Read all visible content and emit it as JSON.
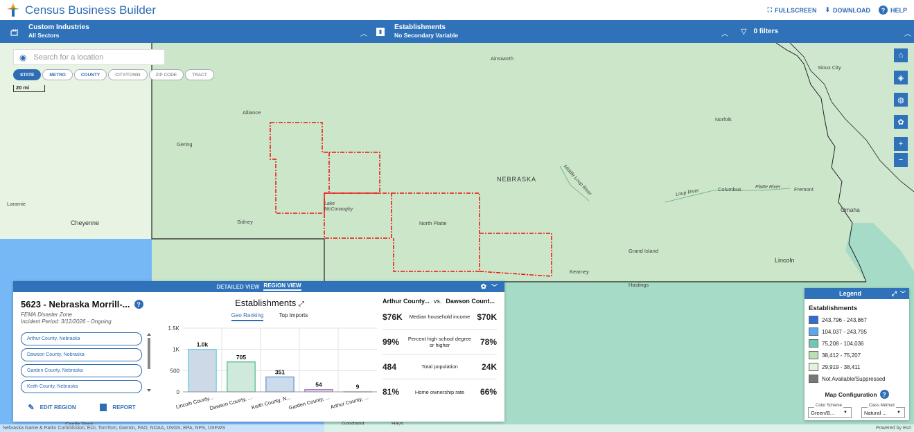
{
  "app": {
    "title": "Census Business Builder"
  },
  "tools": {
    "fullscreen": "FULLSCREEN",
    "download": "DOWNLOAD",
    "help": "HELP"
  },
  "variables": {
    "industry": {
      "title": "Custom Industries",
      "sub": "All Sectors"
    },
    "measure": {
      "title": "Establishments",
      "sub": "No Secondary Variable"
    },
    "filters": "0 filters"
  },
  "search": {
    "placeholder": "Search for a location"
  },
  "geo_tabs": [
    "STATE",
    "METRO",
    "COUNTY",
    "CITY/TOWN",
    "ZIP CODE",
    "TRACT"
  ],
  "scale": "20 mi",
  "map_labels": {
    "ainsworth": "Ainsworth",
    "sioux_city": "Sioux City",
    "alliance": "Alliance",
    "gering": "Gering",
    "norfolk": "Norfolk",
    "nebraska": "NEBRASKA",
    "middle_loup": "Middle Loup River",
    "loup_river": "Loup River",
    "columbus": "Columbus",
    "platte_river": "Platte River",
    "fremont": "Fremont",
    "laramie": "Laramie",
    "lake_mc": "Lake McConaughy",
    "omaha": "Omaha",
    "cheyenne": "Cheyenne",
    "sidney": "Sidney",
    "north_platte": "North Platte",
    "grand_island": "Grand Island",
    "lincoln": "Lincoln",
    "kearney": "Kearney",
    "hastings": "Hastings",
    "goodland": "Goodland",
    "castle_rock": "Castle Rock",
    "hays": "Hays"
  },
  "attribution": {
    "left": "Nebraska Game & Parks Commission, Esri, TomTom, Garmin, FAO, NOAA, USGS, EPA, NPS, USFWS",
    "right": "Powered by Esri"
  },
  "panel": {
    "tabs": [
      "DETAILED VIEW",
      "REGION VIEW"
    ],
    "title": "5623 - Nebraska Morrill-...",
    "sub1": "FEMA Disaster Zone",
    "sub2": "Incident Period: 3/12/2026 - Ongoing",
    "regions": [
      "Arthur County, Nebraska",
      "Dawson County, Nebraska",
      "Garden County, Nebraska",
      "Keith County, Nebraska"
    ],
    "edit": "EDIT REGION",
    "report": "REPORT",
    "chart_title": "Establishments",
    "chart_tabs": [
      "Geo Ranking",
      "Top Imports"
    ],
    "compare": {
      "a": "Arthur County...",
      "vs": "vs.",
      "b": "Dawson Count...",
      "rows": [
        {
          "a": "$76K",
          "label": "Median household income",
          "b": "$70K"
        },
        {
          "a": "99%",
          "label": "Percent high school degree or higher",
          "b": "78%"
        },
        {
          "a": "484",
          "label": "Total population",
          "b": "24K"
        },
        {
          "a": "81%",
          "label": "Home ownership rate",
          "b": "66%"
        }
      ]
    }
  },
  "chart_data": {
    "type": "bar",
    "categories": [
      "Lincoln County...",
      "Dawson County, ...",
      "Keith County, N...",
      "Garden County, ...",
      "Arthur County, ..."
    ],
    "values": [
      1000,
      705,
      351,
      54,
      9
    ],
    "value_labels": [
      "1.0k",
      "705",
      "351",
      "54",
      "9"
    ],
    "ylim": [
      0,
      1500
    ],
    "ytick_labels": [
      "0",
      "500",
      "1K",
      "1.5K"
    ],
    "colors": [
      "#cdd9e6",
      "#cfe9dc",
      "#cddcec",
      "#e3d6ea",
      "#f0f0f0"
    ],
    "edge_colors": [
      "#5ccfe3",
      "#48b88a",
      "#5b8fd1",
      "#9a6fc0",
      "#cccccc"
    ]
  },
  "legend": {
    "head": "Legend",
    "title": "Establishments",
    "items": [
      {
        "label": "243,796 - 243,867",
        "color": "#2f6fd1"
      },
      {
        "label": "104,037 - 243,795",
        "color": "#5aa6ef"
      },
      {
        "label": "75,208 - 104,036",
        "color": "#6ec9b4"
      },
      {
        "label": "38,412 - 75,207",
        "color": "#b9e0b3"
      },
      {
        "label": "29,919 - 38,411",
        "color": "#e2f2dd"
      },
      {
        "label": "Not Available/Suppressed",
        "color": "#777777"
      }
    ],
    "config": "Map Configuration",
    "scheme_cap": "Color Scheme",
    "scheme": "Green/B...",
    "method_cap": "Class Method",
    "method": "Natural ..."
  }
}
